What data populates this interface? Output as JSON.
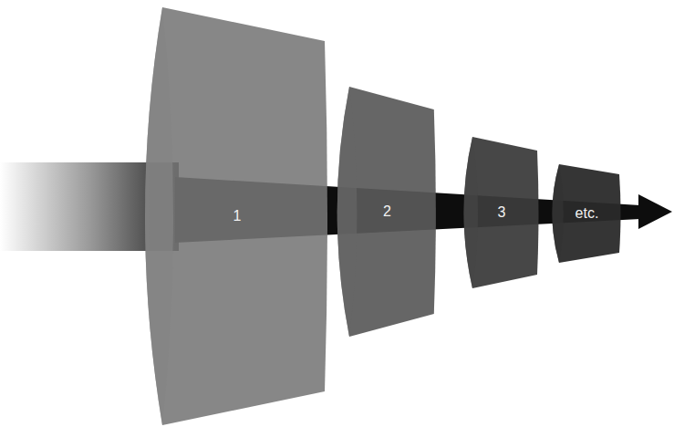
{
  "diagram": {
    "nodes": [
      {
        "text": [
          "1"
        ]
      },
      {
        "text": [
          "2"
        ]
      },
      {
        "text": [
          "3"
        ]
      },
      {
        "text": [
          "etc."
        ]
      }
    ]
  }
}
